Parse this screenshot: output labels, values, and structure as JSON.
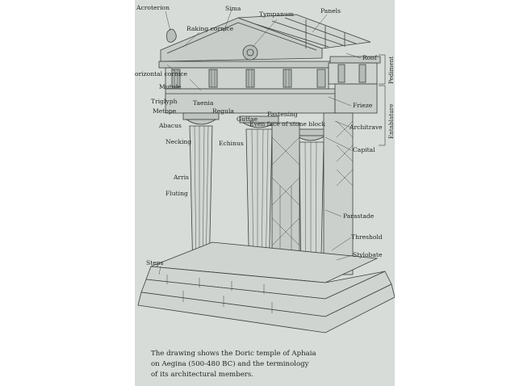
{
  "labels": {
    "acroterion": "Acroterion",
    "raking_cornice": "Raking cornice",
    "sima": "Sima",
    "tympanum": "Tympanum",
    "panels": "Panels",
    "roof": "Roof",
    "horizontal_cornice": "orizontal cornice",
    "mutule": "Mutule",
    "triglyph": "Triglyph",
    "metope": "Metope",
    "taenia": "Taenia",
    "regula": "Regula",
    "guttae": "Guttae",
    "fastening": "Fastening",
    "even_face": "Even face of stone block",
    "frieze": "Frieze",
    "architrave": "Architrave",
    "abacus": "Abacus",
    "necking": "Necking",
    "echinus": "Echinus",
    "capital": "Capital",
    "arris": "Arris",
    "fluting": "Fluting",
    "parastade": "Parastade",
    "threshold": "Threshold",
    "stylobate": "Stylobate",
    "steps": "Steps"
  },
  "side_labels": {
    "pediment": "Pediment",
    "entablature": "Entablature"
  },
  "caption": {
    "line1": "The drawing shows the Doric temple of Aphaia",
    "line2": "on Aegina (500-480 BC) and the terminology",
    "line3": "of its architectural members."
  }
}
